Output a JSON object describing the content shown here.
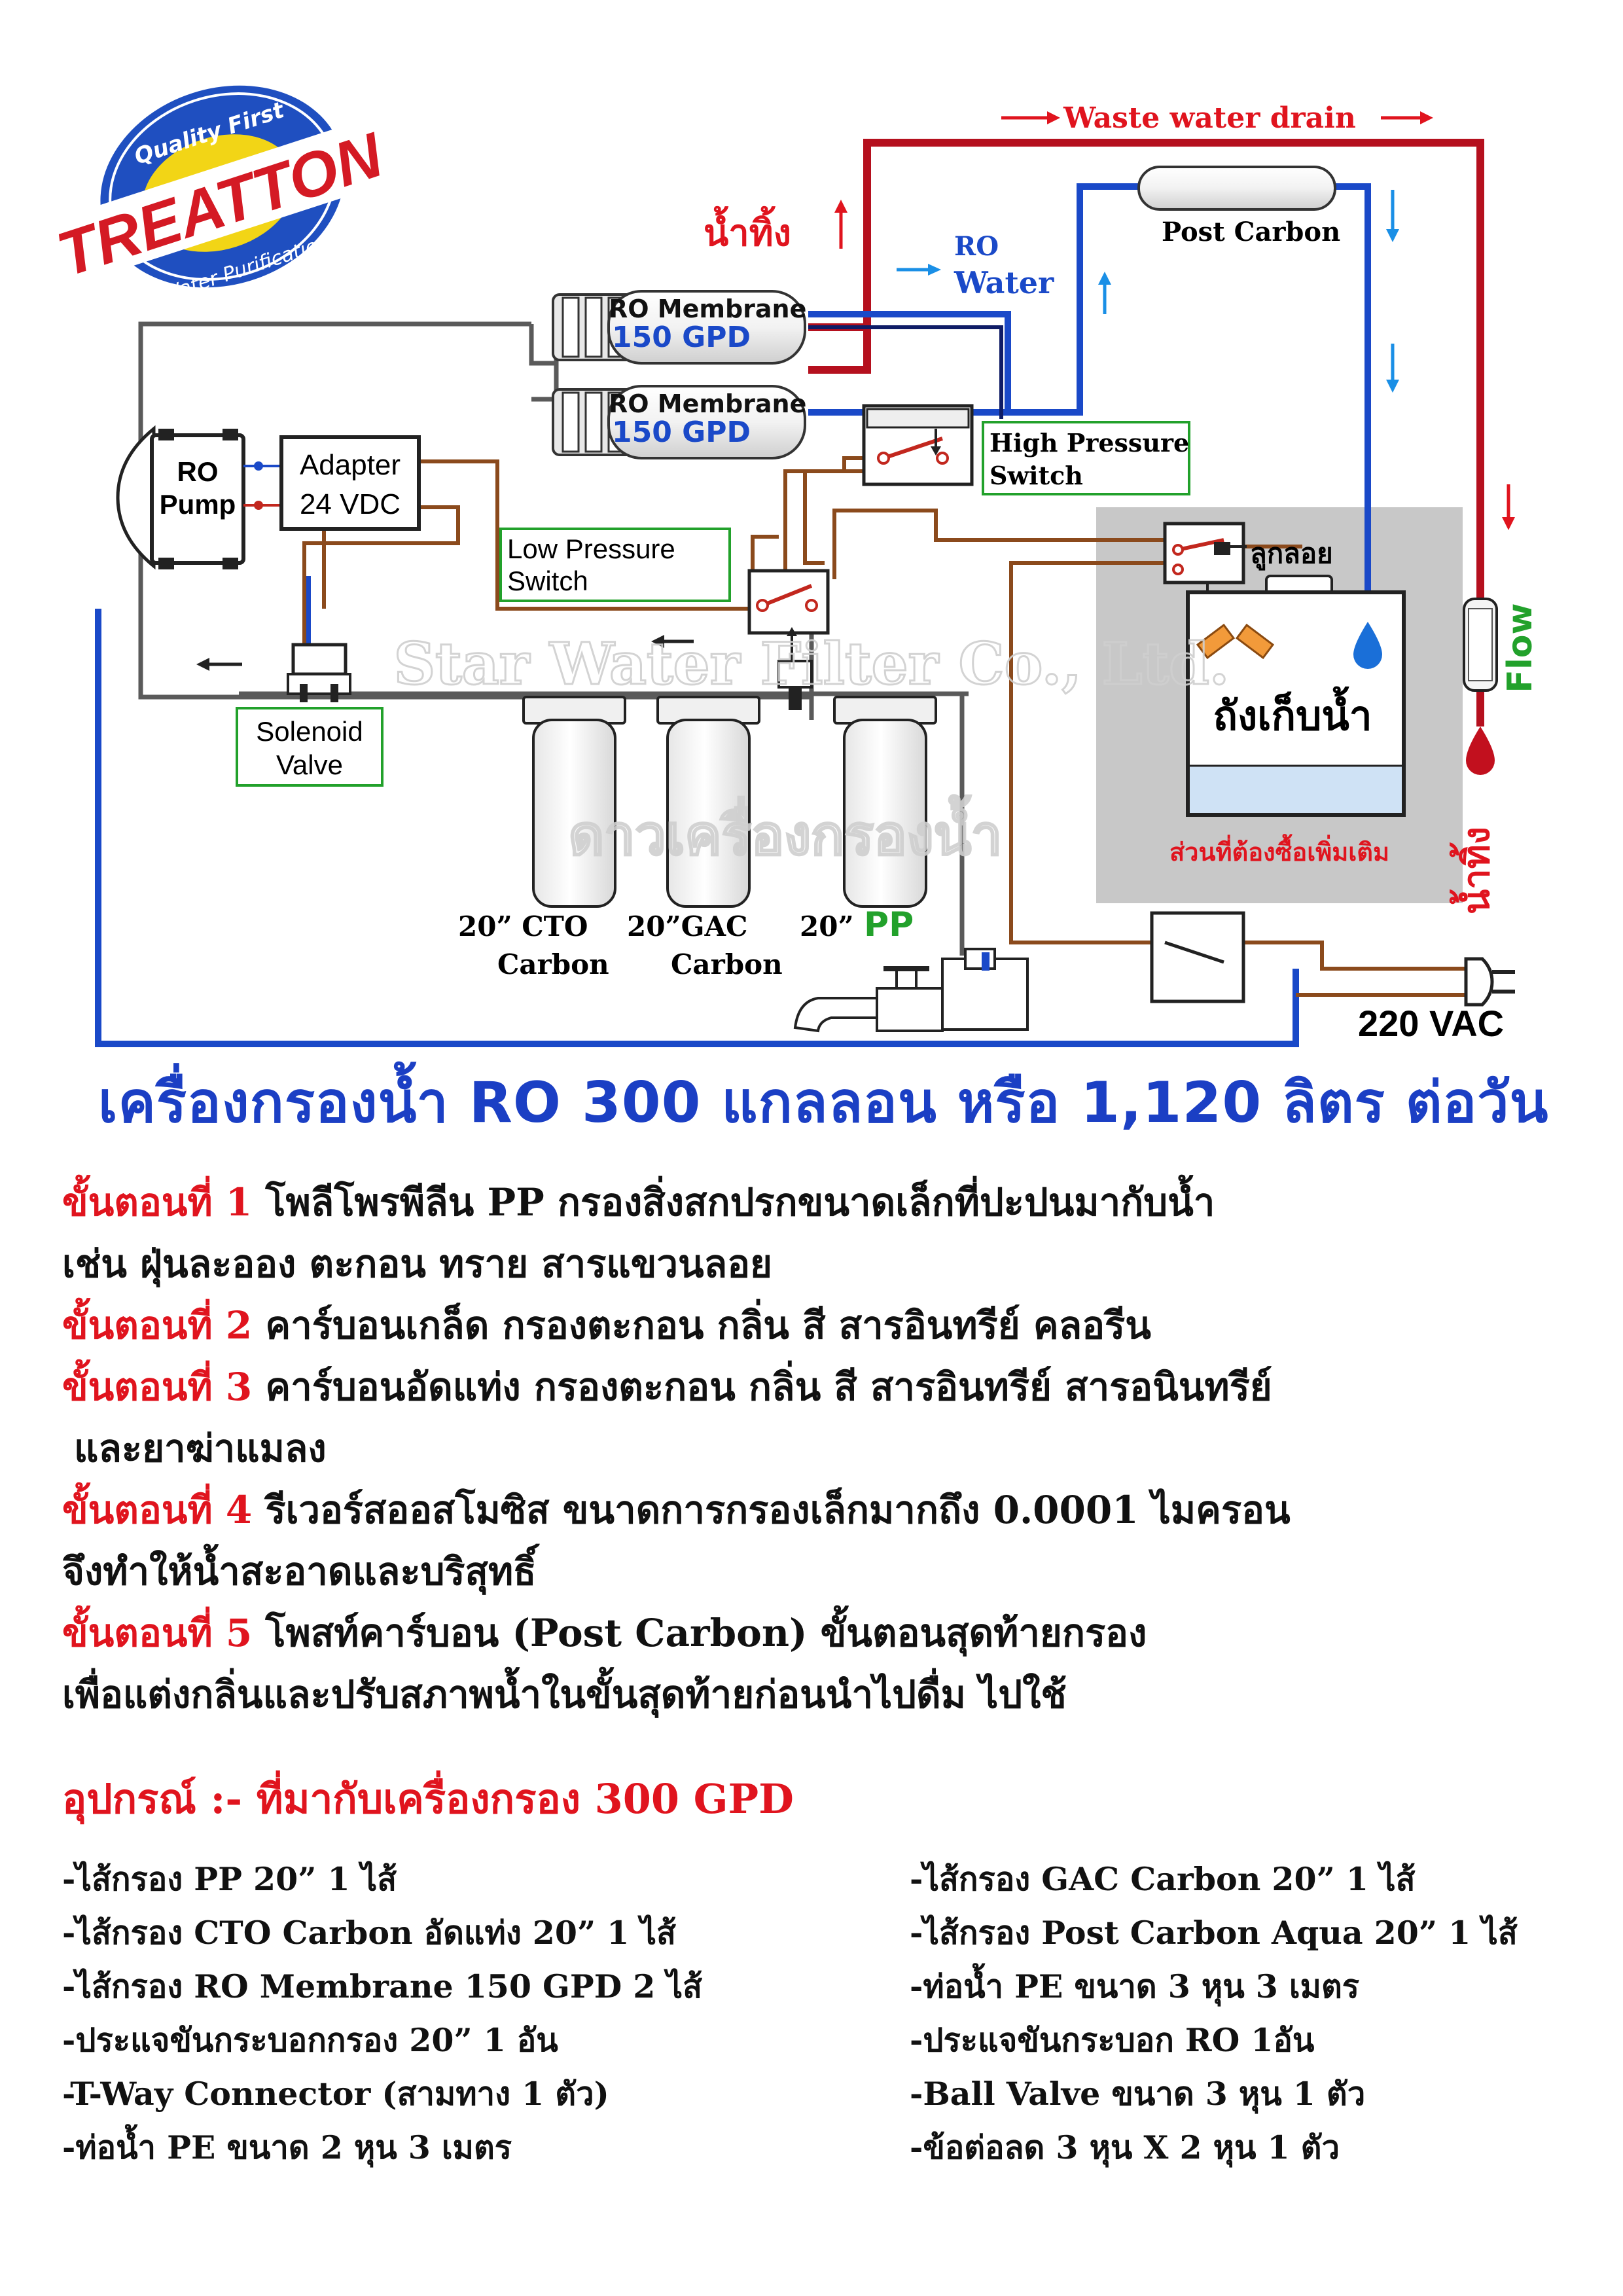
{
  "logo": {
    "top_text": "Quality First",
    "brand": "TREATTON",
    "bottom_text": "Water Purification"
  },
  "diagram": {
    "waste_water_drain": "Waste water drain",
    "waste_top": "น้ำทิ้ง",
    "ro_label": "RO",
    "water_label": "Water",
    "post_carbon": "Post Carbon",
    "membrane_top": {
      "name": "RO Membrane",
      "gpd": "150 GPD"
    },
    "membrane_bottom": {
      "name": "RO Membrane",
      "gpd": "150 GPD"
    },
    "high_pressure_1": "High Pressure",
    "high_pressure_2": "Switch",
    "float_valve": "ลูกลอย",
    "tank": "ถังเก็บน้ำ",
    "optional_purchase": "ส่วนที่ต้องซื้อเพิ่มเติม",
    "flow": "Flow",
    "waste_side": "น้ำทิ้ง",
    "ro_pump_1": "RO",
    "ro_pump_2": "Pump",
    "adapter_1": "Adapter",
    "adapter_2": "24 VDC",
    "low_pressure_1": "Low Pressure",
    "low_pressure_2": "Switch",
    "solenoid_1": "Solenoid",
    "solenoid_2": "Valve",
    "watermark_en": "Star Water Filter Co., Ltd.",
    "watermark_th": "ดาวเครื่องกรองน้ำ",
    "filter_cto_1": "20” CTO",
    "filter_cto_2": "Carbon",
    "filter_gac_1": "20”GAC",
    "filter_gac_2": "Carbon",
    "filter_pp_size": "20”",
    "filter_pp": "PP",
    "power": "220 VAC"
  },
  "title": "เครื่องกรองน้ำ RO 300 แกลลอน หรือ 1,120 ลิตร ต่อวัน",
  "steps": [
    {
      "label": "ขั้นตอนที่ 1",
      "text": " โพลีโพรพีลีน PP กรองสิ่งสกปรกขนาดเล็กที่ปะปนมากับน้ำ",
      "cont": "เช่น ฝุ่นละออง ตะกอน ทราย สารแขวนลอย"
    },
    {
      "label": "ขั้นตอนที่ 2",
      "text": "  คาร์บอนเกล็ด กรองตะกอน กลิ่น สี สารอินทรีย์ คลอรีน",
      "cont": ""
    },
    {
      "label": "ขั้นตอนที่ 3",
      "text": "  คาร์บอนอัดแท่ง  กรองตะกอน กลิ่น สี สารอินทรีย์ สารอนินทรีย์",
      "cont": "และยาฆ่าแมลง"
    },
    {
      "label": "ขั้นตอนที่ 4",
      "text": " รีเวอร์สออสโมซิส ขนาดการกรองเล็กมากถึง 0.0001 ไมครอน",
      "cont": "จึงทำให้น้ำสะอาดและบริสุทธิ์"
    },
    {
      "label": "ขั้นตอนที่ 5",
      "text": "  โพสท์คาร์บอน (Post Carbon) ขั้นตอนสุดท้ายกรอง",
      "cont": "เพื่อแต่งกลิ่นและปรับสภาพน้ำในขั้นสุดท้ายก่อนนำไปดื่ม ไปใช้"
    }
  ],
  "accessories": {
    "title": "อุปกรณ์ :- ที่มากับเครื่องกรอง 300 GPD",
    "left": [
      "-ไส้กรอง PP 20”   1 ไส้",
      "-ไส้กรอง CTO Carbon อัดแท่ง  20”   1 ไส้",
      "-ไส้กรอง RO Membrane  150 GPD   2 ไส้",
      "-ประแจขันกระบอกกรอง 20” 1 อัน",
      "-T-Way Connector (สามทาง 1 ตัว)",
      "-ท่อน้ำ PE ขนาด 2 หุน 3 เมตร"
    ],
    "right": [
      "-ไส้กรอง GAC Carbon  20”   1  ไส้",
      " -ไส้กรอง Post Carbon Aqua 20” 1 ไส้",
      " -ท่อน้ำ PE ขนาด 3 หุน 3 เมตร",
      " -ประแจขันกระบอก RO 1อัน",
      " -Ball Valve ขนาด 3 หุน  1 ตัว",
      "  -ข้อต่อลด 3 หุน X 2 หุน  1 ตัว"
    ]
  },
  "colors": {
    "red_pipe": "#b5101e",
    "blue_pipe": "#1a49c8",
    "brown_wire": "#8b4a1c",
    "title_blue": "#1b3fc4",
    "step_red": "#e0141e",
    "label_green": "#22a12b"
  }
}
